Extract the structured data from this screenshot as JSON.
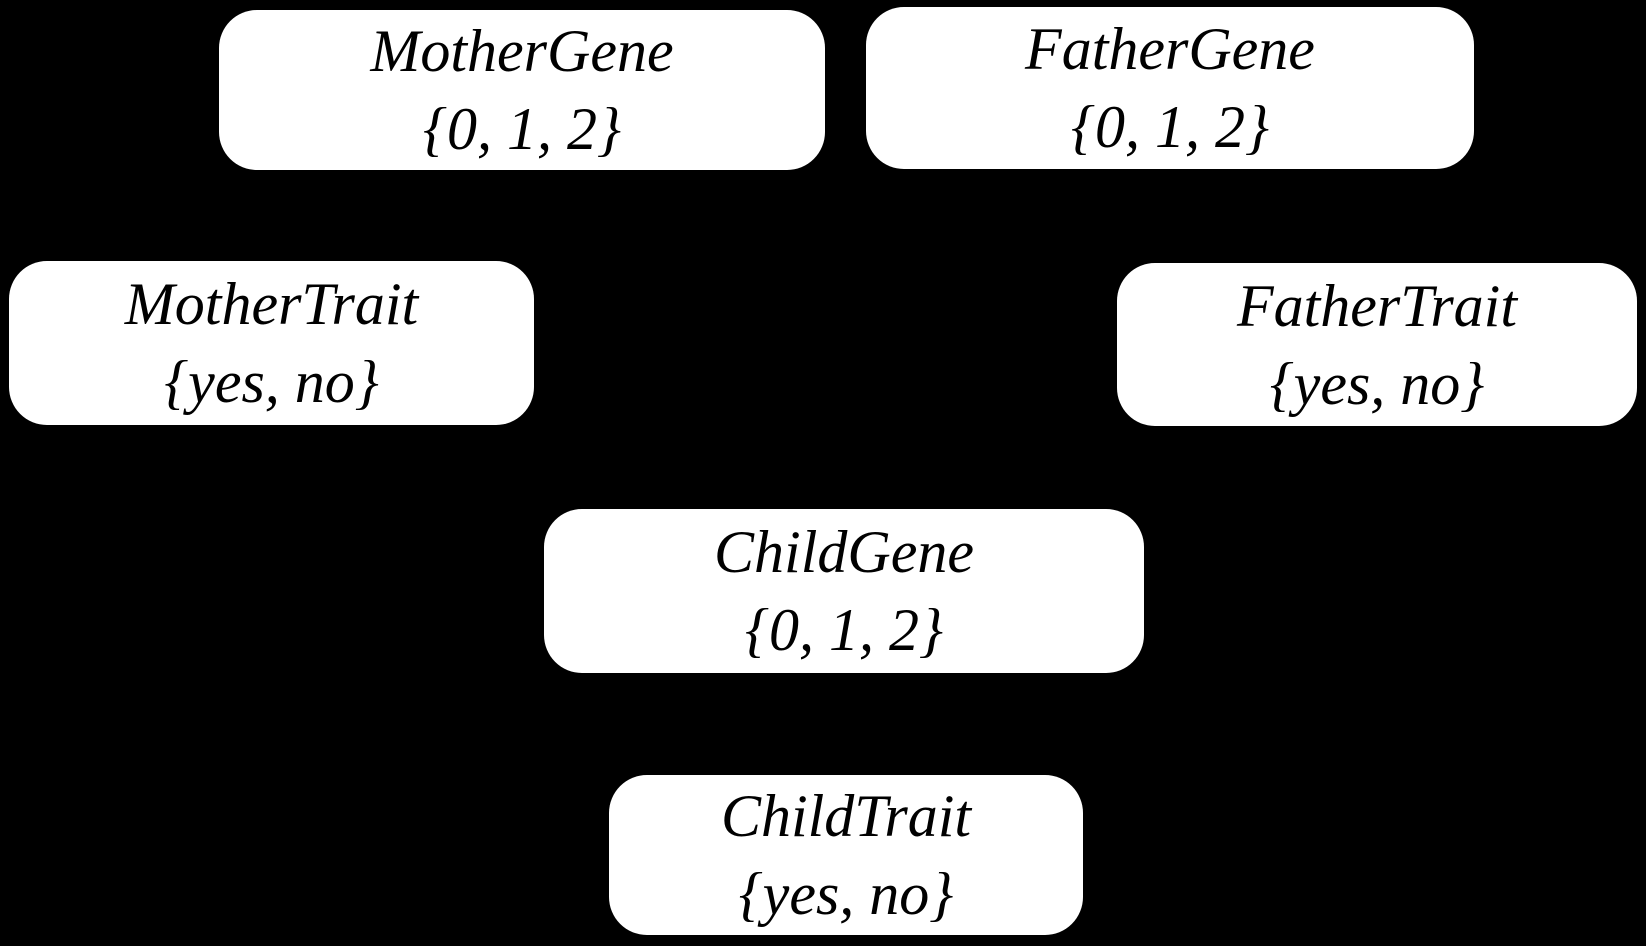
{
  "diagram": {
    "type": "bayesian-network",
    "background_color": "#000000",
    "node_fill_color": "#ffffff",
    "node_text_color": "#000000"
  },
  "nodes": [
    {
      "name": "MotherGene",
      "domain": "{0, 1, 2}"
    },
    {
      "name": "FatherGene",
      "domain": "{0, 1, 2}"
    },
    {
      "name": "MotherTrait",
      "domain": "{yes, no}"
    },
    {
      "name": "FatherTrait",
      "domain": "{yes, no}"
    },
    {
      "name": "ChildGene",
      "domain": "{0, 1, 2}"
    },
    {
      "name": "ChildTrait",
      "domain": "{yes, no}"
    }
  ]
}
